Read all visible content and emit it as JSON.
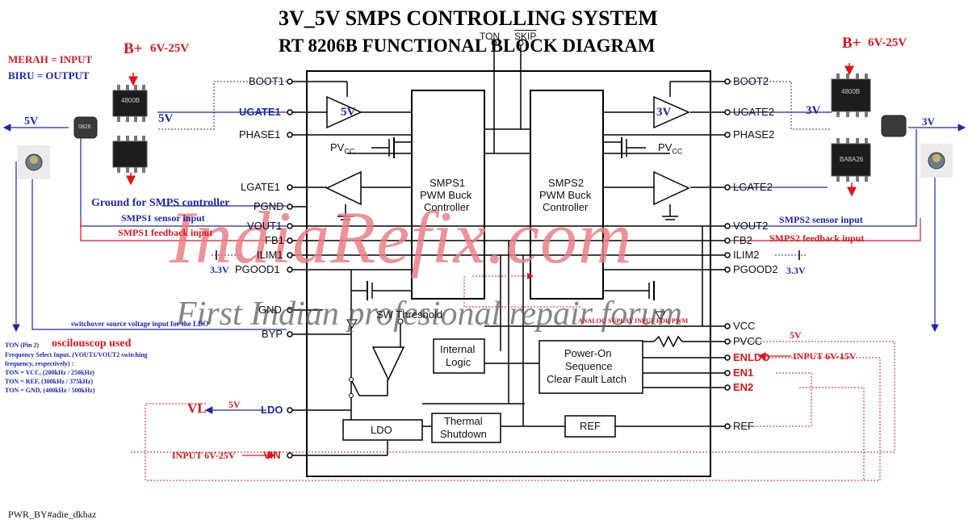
{
  "title": {
    "line1": "3V_5V SMPS CONTROLLING SYSTEM",
    "line2": "RT 8206B FUNCTIONAL BLOCK DIAGRAM"
  },
  "legend": {
    "red": "MERAH = INPUT",
    "blue": "BIRU    = OUTPUT"
  },
  "left_pins": {
    "boot1": "BOOT1",
    "ugate1": "UGATE1",
    "phase1": "PHASE1",
    "lgate1": "LGATE1",
    "pgnd": "PGND",
    "vout1": "VOUT1",
    "fb1": "FB1",
    "ilim1": "ILIM1",
    "pgood1": "PGOOD1",
    "gnd": "GND",
    "byp": "BYP",
    "ldo": "LDO",
    "vin": "VIN"
  },
  "right_pins": {
    "boot2": "BOOT2",
    "ugate2": "UGATE2",
    "phase2": "PHASE2",
    "lgate2": "LGATE2",
    "vout2": "VOUT2",
    "fb2": "FB2",
    "ilim2": "ILIM2",
    "pgood2": "PGOOD2",
    "vcc": "VCC",
    "pvcc": "PVCC",
    "enldo": "ENLDO",
    "en1": "EN1",
    "en2": "EN2",
    "ref": "REF"
  },
  "top_pins": {
    "ton": "TON",
    "skip": "SKIP"
  },
  "blocks": {
    "smps1": [
      "SMPS1",
      "PWM Buck",
      "Controller"
    ],
    "smps2": [
      "SMPS2",
      "PWM Buck",
      "Controller"
    ],
    "internal_logic": [
      "Internal",
      "Logic"
    ],
    "power_on": [
      "Power-On",
      "Sequence",
      "Clear Fault Latch"
    ],
    "ldo": "LDO",
    "thermal": [
      "Thermal",
      "Shutdown"
    ],
    "ref": "REF",
    "sw_threshold": "SW Threshold",
    "pvcc_left": "PV",
    "pvcc_right": "PV",
    "pvcc_sub": "CC",
    "amp5v": "5V",
    "amp3v": "3V"
  },
  "annotations": {
    "bplus_left": "B+",
    "bplus_left_range": "6V-25V",
    "bplus_right": "B+",
    "bplus_right_range": "6V-25V",
    "v5_left_out": "5V",
    "v5_left_gate": "5V",
    "v3_right_gate": "3V",
    "v3_right_out": "3V",
    "gnd_smps": "Ground for SMPS controller",
    "smps1_sensor": "SMPS1 sensor input",
    "smps1_feedback": "SMPS1 feedback input",
    "smps2_sensor": "SMPS2 sensor input",
    "smps2_feedback": "SMPS2 feedback input",
    "v33_left": "3.3V",
    "v33_right": "3.3V",
    "switchover": "switchover source voltage input for the LDO",
    "analog_supply": "ANALOG SUPLAY INPUT FOR PWM",
    "pvcc_5v": "5V",
    "input_enldo": "INPUT 6V-15V",
    "vl": "VL",
    "vl_5v": "5V",
    "input_vin": "INPUT 6V-25V",
    "ton_head": "TON (Pin 2)",
    "oscilloscope": "oscilouscop used",
    "ton_l1": "Frequency Select Input. (VOUT1/VOUT2 switching",
    "ton_l2": "frequency, respectively) :",
    "ton_l3": "TON = VCC, (200kHz / 250kHz)",
    "ton_l4": "TON = REF, (300kHz / 375kHz)",
    "ton_l5": "TON = GND, (400kHz / 500kHz)",
    "mosfet_code": "4800B",
    "mosfet_code2": "BA8A26",
    "inductor_code": "0826",
    "footer": "PWR_BY#adie_dkhaz"
  },
  "watermark": {
    "main": "IndiaRefix.com",
    "sub": "First Indian profesional repair forum"
  },
  "colors": {
    "input_red": "#e0141c",
    "output_blue": "#1b27b0",
    "watermark_pink": "#f0a0a4",
    "line_black": "#000000"
  }
}
